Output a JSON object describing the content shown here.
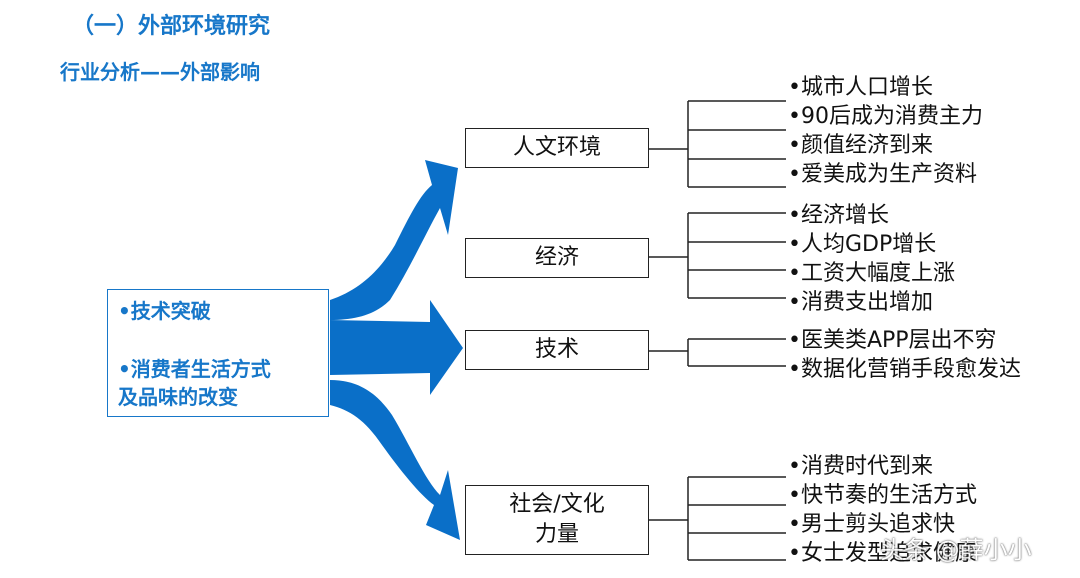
{
  "header": {
    "section_title": "（一）外部环境研究",
    "subtitle": "行业分析——外部影响"
  },
  "drivers": {
    "item1": "•技术突破",
    "item2_line1": "•消费者生活方式",
    "item2_line2": "及品味的改变"
  },
  "categories": [
    {
      "label": "人文环境",
      "bullets": [
        "•城市人口增长",
        "•90后成为消费主力",
        "•颜值经济到来",
        "•爱美成为生产资料"
      ]
    },
    {
      "label": "经济",
      "bullets": [
        "•经济增长",
        "•人均GDP增长",
        "•工资大幅度上涨",
        "•消费支出增加"
      ]
    },
    {
      "label": "技术",
      "bullets": [
        "•医美类APP层出不穷",
        "•数据化营销手段愈发达"
      ]
    },
    {
      "label_line1": "社会/文化",
      "label_line2": "力量",
      "bullets": [
        "•消费时代到来",
        "•快节奏的生活方式",
        "•男士剪头追求快",
        "•女士发型追求健康"
      ]
    }
  ],
  "watermark": "头条 @薛小小",
  "colors": {
    "accent": "#1777c9",
    "arrow": "#0a6fc8"
  }
}
